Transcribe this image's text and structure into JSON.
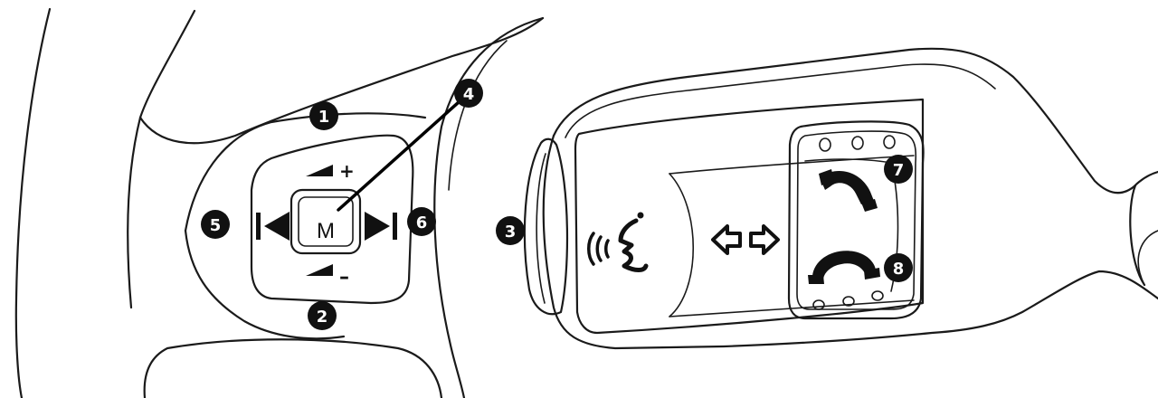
{
  "menu_button": {
    "label": "M"
  },
  "volume": {
    "up_sign": "+",
    "down_sign": "–"
  },
  "callouts": [
    {
      "id": "1",
      "label": "1"
    },
    {
      "id": "2",
      "label": "2"
    },
    {
      "id": "3",
      "label": "3"
    },
    {
      "id": "4",
      "label": "4"
    },
    {
      "id": "5",
      "label": "5"
    },
    {
      "id": "6",
      "label": "6"
    },
    {
      "id": "7",
      "label": "7"
    },
    {
      "id": "8",
      "label": "8"
    }
  ],
  "icons": {
    "volume_up": "volume-up-icon",
    "volume_down": "volume-down-icon",
    "previous": "previous-track-icon",
    "next": "next-track-icon",
    "voice": "voice-control-icon",
    "arrows": "left-right-arrows-icon",
    "call_answer": "phone-answer-icon",
    "call_hangup": "phone-hangup-icon"
  },
  "colors": {
    "ink": "#111111",
    "background": "#ffffff"
  }
}
